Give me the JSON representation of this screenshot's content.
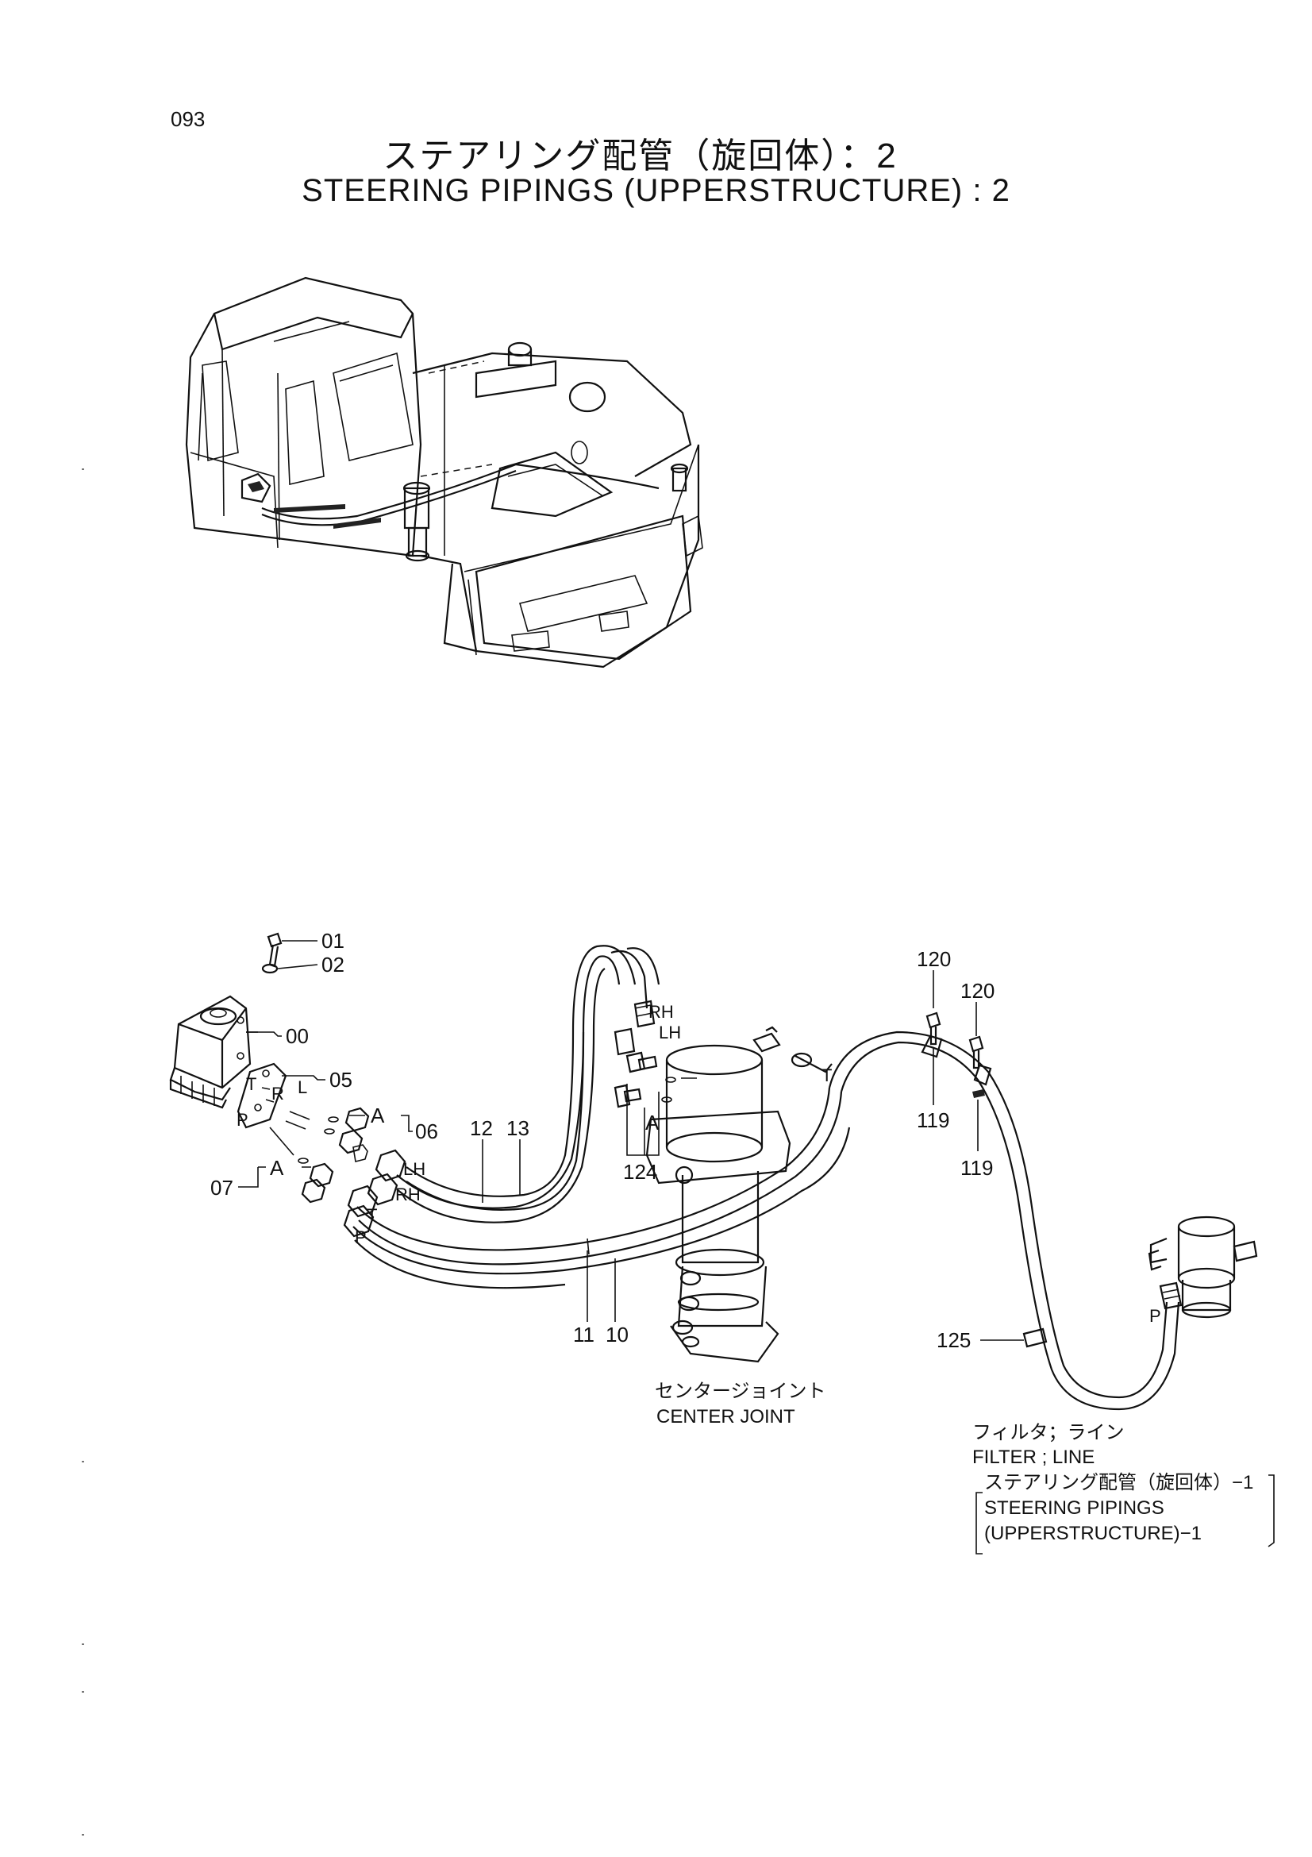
{
  "page": {
    "number": "093",
    "title_jp": "ステアリング配管（旋回体）：2",
    "title_en": "STEERING PIPINGS (UPPERSTRUCTURE) : 2"
  },
  "part_labels": {
    "p00": "00",
    "p01": "01",
    "p02": "02",
    "p05": "05",
    "p06": "06",
    "p07": "07",
    "p10": "10",
    "p11": "11",
    "p12": "12",
    "p13": "13",
    "p119a": "119",
    "p119b": "119",
    "p120a": "120",
    "p120b": "120",
    "p124": "124",
    "p125": "125"
  },
  "port_labels": {
    "rh1": "RH",
    "lh1": "LH",
    "lh2": "LH",
    "rh2": "RH",
    "t1": "T",
    "t2": "T",
    "t3": "T",
    "p1": "P",
    "p2": "P",
    "p3": "P",
    "r": "R",
    "l": "L",
    "a1": "A",
    "a2": "A",
    "a3": "A"
  },
  "captions": {
    "center_joint_jp": "センタージョイント",
    "center_joint_en": "CENTER JOINT",
    "filter_jp": "フィルタ；ライン",
    "filter_en": "FILTER ; LINE",
    "ref_jp": "ステアリング配管（旋回体）−1",
    "ref_en1": "STEERING   PIPINGS",
    "ref_en2": "(UPPERSTRUCTURE)−1"
  }
}
